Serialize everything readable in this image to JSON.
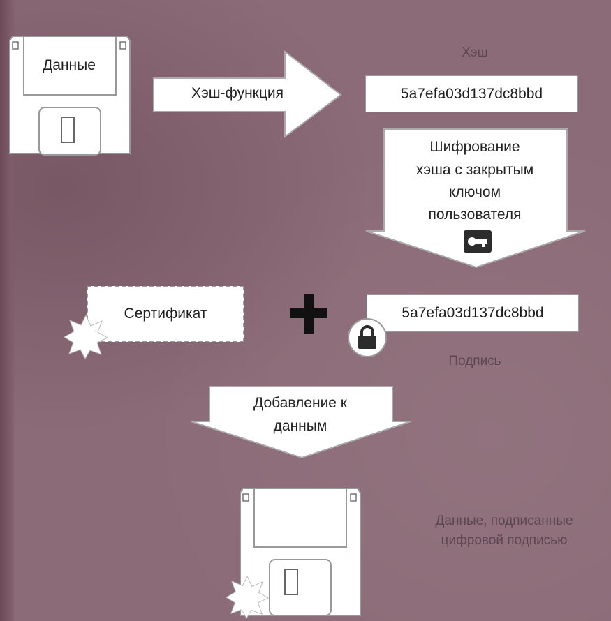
{
  "data_label": "Данные",
  "hash_function_label": "Хэш-функция",
  "hash_caption": "Хэш",
  "hash_value": "5a7efa03d137dc8bbd",
  "encrypt_label": [
    "Шифрование",
    "хэша с закрытым",
    "ключом",
    "пользователя"
  ],
  "certificate_label": "Сертификат",
  "signature_value": "5a7efa03d137dc8bbd",
  "signature_caption": "Подпись",
  "append_label": [
    "Добавление к",
    "данным"
  ],
  "result_label": [
    "Данные, подписанные",
    "цифровой подписью"
  ],
  "icons": [
    "floppy-disk-icon",
    "key-icon",
    "lock-icon",
    "plus-icon",
    "seal-icon"
  ],
  "colors": {
    "background": "#8b6b77",
    "shape_fill": "#ffffff"
  }
}
